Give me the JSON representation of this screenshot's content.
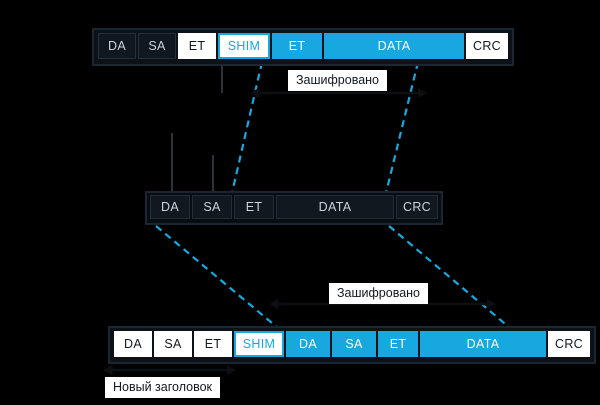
{
  "diagram": {
    "title": "MACsec packet encapsulation diagram",
    "background_color": "#000000",
    "accent_color": "#17a8e0"
  },
  "rows": {
    "top": {
      "name": "top-packet-row",
      "cells": [
        {
          "label": "DA",
          "style": "dark",
          "width": 38
        },
        {
          "label": "SA",
          "style": "dark",
          "width": 38
        },
        {
          "label": "ET",
          "style": "white",
          "width": 38
        },
        {
          "label": "SHIM",
          "style": "shim-outline",
          "width": 52
        },
        {
          "label": "ET",
          "style": "blue",
          "width": 50
        },
        {
          "label": "DATA",
          "style": "blue",
          "width": 140
        },
        {
          "label": "CRC",
          "style": "white",
          "width": 42
        }
      ]
    },
    "middle": {
      "name": "middle-packet-row",
      "cells": [
        {
          "label": "DA",
          "style": "midcell",
          "width": 40
        },
        {
          "label": "SA",
          "style": "midcell",
          "width": 40
        },
        {
          "label": "ET",
          "style": "midcell",
          "width": 40
        },
        {
          "label": "DATA",
          "style": "midcell",
          "width": 118
        },
        {
          "label": "CRC",
          "style": "midcell",
          "width": 42
        }
      ]
    },
    "bottom": {
      "name": "bottom-packet-row",
      "cells": [
        {
          "label": "DA",
          "style": "white",
          "width": 38
        },
        {
          "label": "SA",
          "style": "white",
          "width": 38
        },
        {
          "label": "ET",
          "style": "white",
          "width": 38
        },
        {
          "label": "SHIM",
          "style": "shim-solid",
          "width": 50
        },
        {
          "label": "DA",
          "style": "blue",
          "width": 44
        },
        {
          "label": "SA",
          "style": "blue",
          "width": 44
        },
        {
          "label": "ET",
          "style": "blue",
          "width": 40
        },
        {
          "label": "DATA",
          "style": "blue",
          "width": 126
        },
        {
          "label": "CRC",
          "style": "white",
          "width": 42
        }
      ]
    }
  },
  "callouts": {
    "encrypted_top": "Зашифровано",
    "encrypted_bottom": "Зашифровано",
    "new_header": "Новый заголовок"
  }
}
